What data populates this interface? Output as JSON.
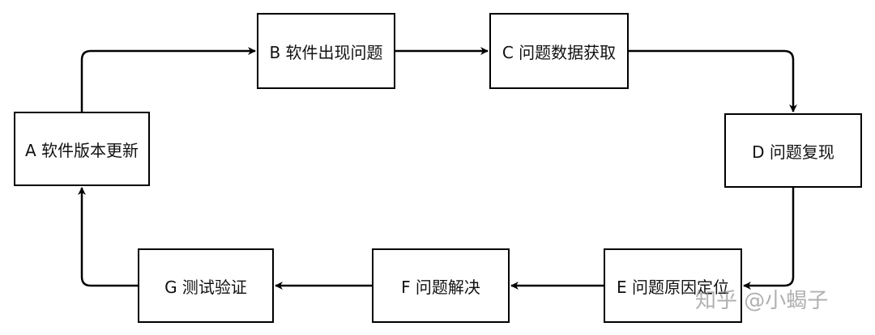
{
  "nodes": {
    "a": "A 软件版本更新",
    "b": "B 软件出现问题",
    "c": "C 问题数据获取",
    "d": "D 问题复现",
    "e": "E 问题原因定位",
    "f": "F 问题解决",
    "g": "G 测试验证"
  },
  "watermark": "知乎 @小蝎子"
}
